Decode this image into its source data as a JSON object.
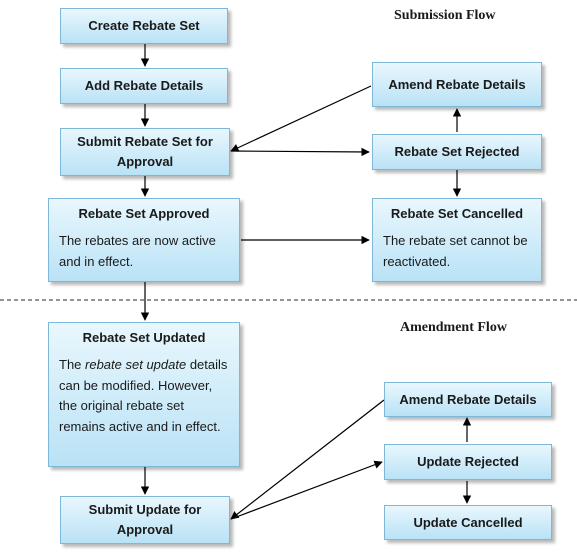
{
  "submission": {
    "title": "Submission Flow",
    "create": "Create Rebate Set",
    "add": "Add Rebate Details",
    "submit": "Submit Rebate Set for Approval",
    "approved_title": "Rebate Set Approved",
    "approved_body": "The rebates are now active and in effect.",
    "amend": "Amend Rebate Details",
    "rejected": "Rebate Set Rejected",
    "cancelled_title": "Rebate Set Cancelled",
    "cancelled_body": "The rebate set cannot be reactivated."
  },
  "amendment": {
    "title": "Amendment Flow",
    "updated_title": "Rebate Set Updated",
    "updated_body_prefix": "The ",
    "updated_body_em": "rebate set update",
    "updated_body_suffix": " details can be modified. However, the original rebate set remains active and in effect.",
    "submit": "Submit Update for Approval",
    "amend": "Amend Rebate Details",
    "rejected": "Update Rejected",
    "cancelled": "Update Cancelled"
  }
}
